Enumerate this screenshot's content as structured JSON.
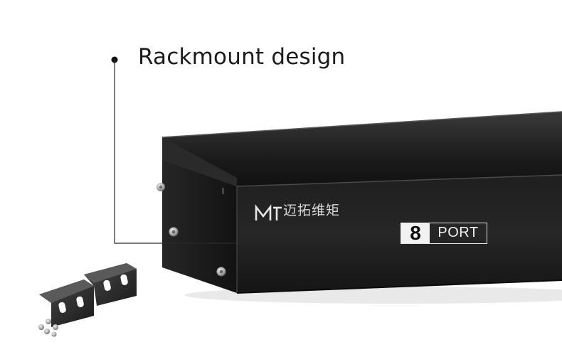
{
  "callout": {
    "text": "Rackmount design"
  },
  "product": {
    "brand_name": "迈拓维矩",
    "port_count": "8",
    "port_label": "PORT"
  },
  "colors": {
    "chassis": "#1e1e1e",
    "background": "#ffffff",
    "label_text": "#e6e6e6"
  },
  "icons": {
    "logo": "mt-logo-icon",
    "screw": "screw-icon",
    "bracket": "rack-bracket-icon"
  }
}
